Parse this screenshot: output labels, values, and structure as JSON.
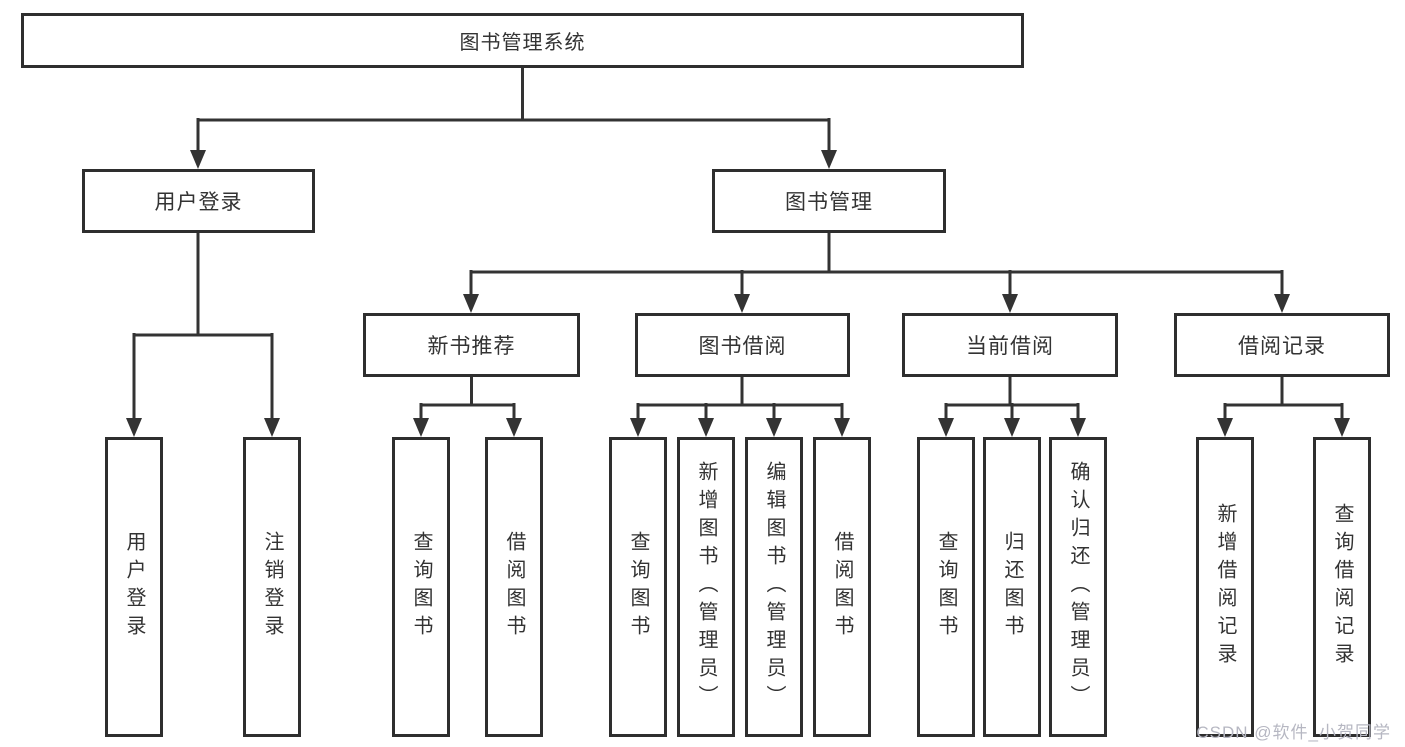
{
  "diagram": {
    "type": "hierarchy-tree",
    "colors": {
      "line": "#333333",
      "box_border": "#2e2e2e",
      "text": "#333333",
      "watermark": "#b6b7c2",
      "background": "#ffffff"
    },
    "watermark": "CSDN @软件_小贺同学",
    "tree": {
      "root": {
        "label": "图书管理系统",
        "children": [
          {
            "label": "用户登录",
            "children": [
              {
                "label": "用户登录"
              },
              {
                "label": "注销登录"
              }
            ]
          },
          {
            "label": "图书管理",
            "children": [
              {
                "label": "新书推荐",
                "children": [
                  {
                    "label": "查询图书"
                  },
                  {
                    "label": "借阅图书"
                  }
                ]
              },
              {
                "label": "图书借阅",
                "children": [
                  {
                    "label": "查询图书"
                  },
                  {
                    "label": "新增图书（管理员）"
                  },
                  {
                    "label": "编辑图书（管理员）"
                  },
                  {
                    "label": "借阅图书"
                  }
                ]
              },
              {
                "label": "当前借阅",
                "children": [
                  {
                    "label": "查询图书"
                  },
                  {
                    "label": "归还图书"
                  },
                  {
                    "label": "确认归还（管理员）"
                  }
                ]
              },
              {
                "label": "借阅记录",
                "children": [
                  {
                    "label": "新增借阅记录"
                  },
                  {
                    "label": "查询借阅记录"
                  }
                ]
              }
            ]
          }
        ]
      }
    }
  }
}
